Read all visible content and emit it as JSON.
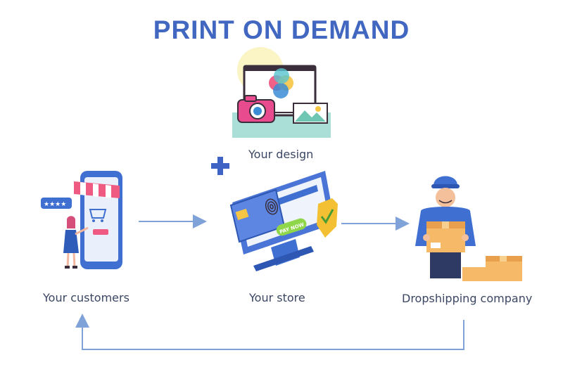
{
  "title": "PRINT ON DEMAND",
  "nodes": {
    "design": {
      "label": "Your design"
    },
    "customers": {
      "label": "Your customers"
    },
    "store": {
      "label": "Your store"
    },
    "dropshipping": {
      "label": "Dropshipping company"
    }
  },
  "store_screen_text": "PAY NOW",
  "colors": {
    "title": "#4167c0",
    "arrow": "#7fa2d8",
    "label": "#3b4663",
    "plus": "#3f63c4"
  },
  "icons": [
    "design-illustration-icon",
    "customer-phone-illustration-icon",
    "store-monitor-illustration-icon",
    "delivery-person-illustration-icon",
    "plus-icon"
  ]
}
